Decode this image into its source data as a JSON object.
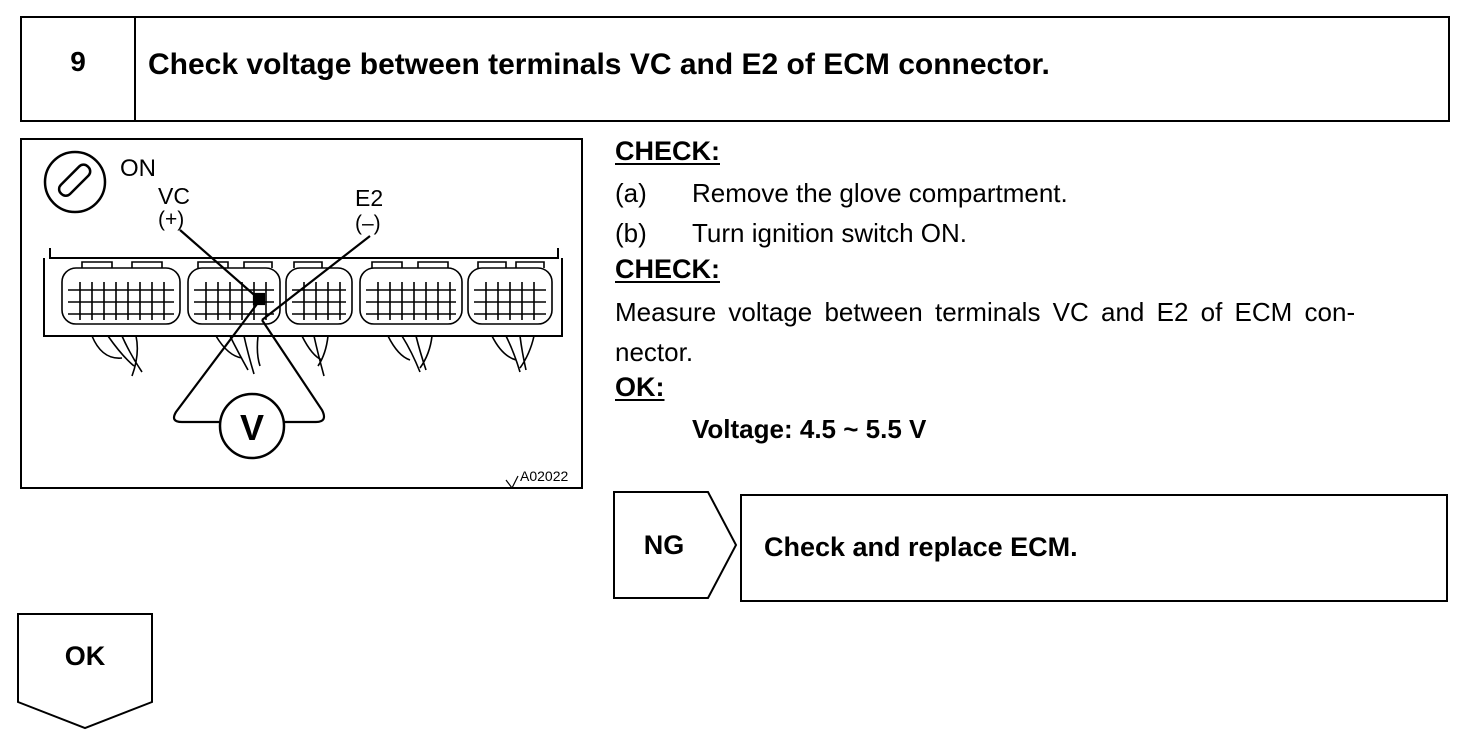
{
  "step": {
    "number": "9",
    "title": "Check voltage between terminals VC and E2 of ECM connector."
  },
  "figure": {
    "ignition_label": "ON",
    "vc_label": "VC",
    "vc_polarity": "(+)",
    "e2_label": "E2",
    "e2_polarity": "(–)",
    "meter_label": "V",
    "figure_id": "A02022"
  },
  "prep": {
    "heading": "CHECK:",
    "items": [
      {
        "marker": "(a)",
        "text": "Remove the glove compartment."
      },
      {
        "marker": "(b)",
        "text": "Turn ignition switch ON."
      }
    ]
  },
  "check": {
    "heading": "CHECK:",
    "line1": "Measure voltage between terminals VC and E2 of ECM con-",
    "line2": "nector."
  },
  "ok_spec": {
    "heading": "OK:",
    "spec": "Voltage: 4.5 ~ 5.5 V"
  },
  "ng": {
    "label": "NG",
    "action": "Check and replace ECM."
  },
  "ok_next": {
    "label": "OK"
  }
}
